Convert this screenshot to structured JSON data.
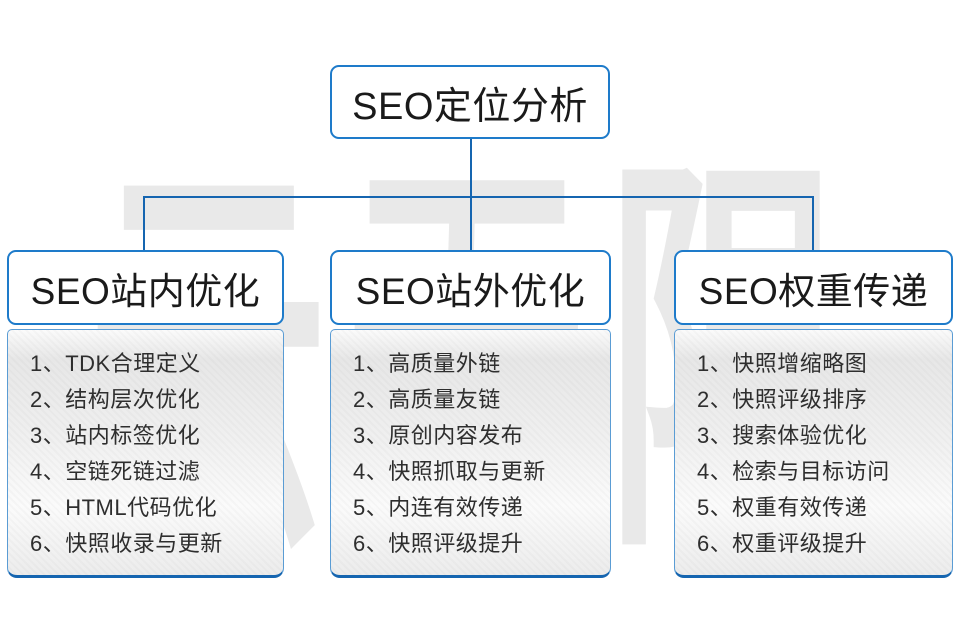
{
  "root_box": {
    "label": "SEO定位分析"
  },
  "columns": [
    {
      "header": "SEO站内优化",
      "items": [
        "1、TDK合理定义",
        "2、结构层次优化",
        "3、站内标签优化",
        "4、空链死链过滤",
        "5、HTML代码优化",
        "6、快照收录与更新"
      ]
    },
    {
      "header": "SEO站外优化",
      "items": [
        "1、高质量外链",
        "2、高质量友链",
        "3、原创内容发布",
        "4、快照抓取与更新",
        "5、内连有效传递",
        "6、快照评级提升"
      ]
    },
    {
      "header": "SEO权重传递",
      "items": [
        "1、快照增缩略图",
        "2、快照评级排序",
        "3、搜索体验优化",
        "4、检索与目标访问",
        "5、权重有效传递",
        "6、权重评级提升"
      ]
    }
  ],
  "watermark": {
    "text": "云无限",
    "chars": [
      "云",
      "无",
      "限"
    ]
  },
  "colors": {
    "box_border": "#1e7bca",
    "connector": "#1565b0",
    "panel_border": "#5a9cd4",
    "text": "#2e2e2e",
    "watermark": "#e9e9e9"
  }
}
